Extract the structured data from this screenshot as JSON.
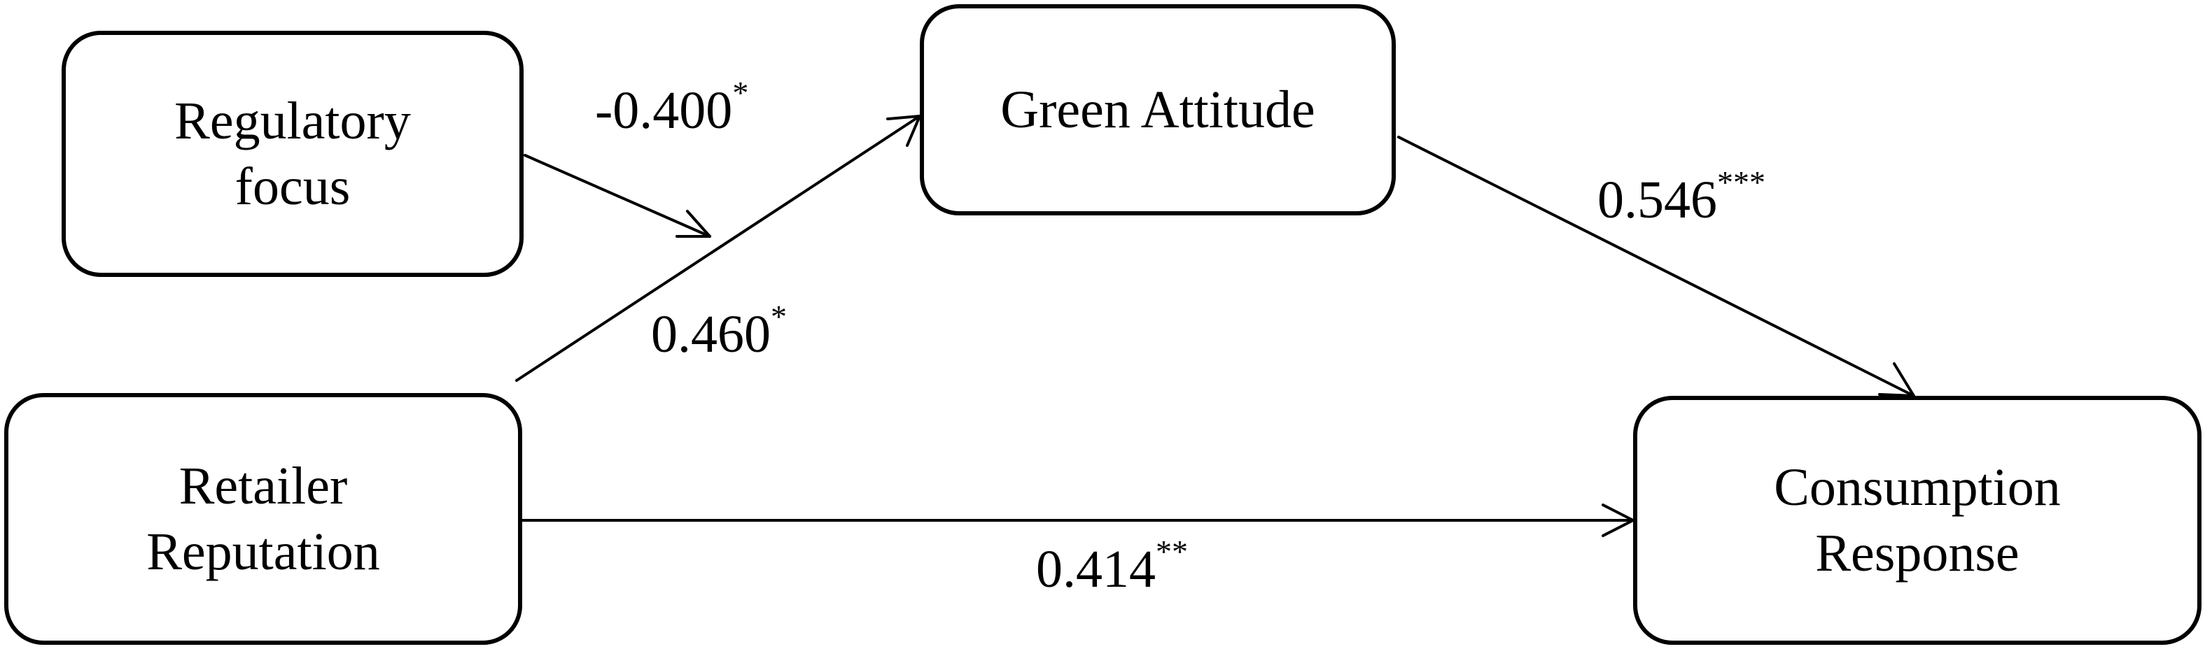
{
  "nodes": {
    "regulatory_focus": {
      "line1": "Regulatory",
      "line2": "focus"
    },
    "green_attitude": {
      "line1": "Green Attitude"
    },
    "retailer_reputation": {
      "line1": "Retailer",
      "line2": "Reputation"
    },
    "consumption_response": {
      "line1": "Consumption",
      "line2": "Response"
    }
  },
  "edges": {
    "regulatory_moderation": {
      "from": "Regulatory focus",
      "to": "Retailer Reputation → Green Attitude path",
      "value": "-0.400",
      "sig": "*"
    },
    "retailer_to_green": {
      "from": "Retailer Reputation",
      "to": "Green Attitude",
      "value": "0.460",
      "sig": "*"
    },
    "green_to_consumption": {
      "from": "Green Attitude",
      "to": "Consumption Response",
      "value": "0.546",
      "sig": "***"
    },
    "retailer_to_consumption": {
      "from": "Retailer Reputation",
      "to": "Consumption Response",
      "value": "0.414",
      "sig": "**"
    }
  }
}
